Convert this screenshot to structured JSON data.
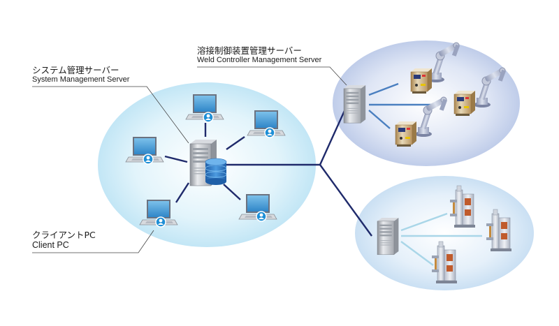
{
  "labels": {
    "system_server_jp": "システム管理サーバー",
    "system_server_en": "System Management Server",
    "weld_server_jp": "溶接制御装置管理サーバー",
    "weld_server_en": "Weld Controller Management Server",
    "client_jp": "クライアントPC",
    "client_en": "Client PC"
  },
  "colors": {
    "network_line": "#1f2a6b",
    "robot_link": "#4a7fc0",
    "spot_link": "#a9d6e8",
    "ellipse_main": "#c9e9f6",
    "ellipse_robot": "#c3d0ea",
    "ellipse_spot": "#cfe3f4"
  },
  "icons": [
    "laptop-icon",
    "user-icon",
    "server-icon",
    "database-icon",
    "robot-arm-icon",
    "weld-controller-icon",
    "spot-welder-icon"
  ]
}
